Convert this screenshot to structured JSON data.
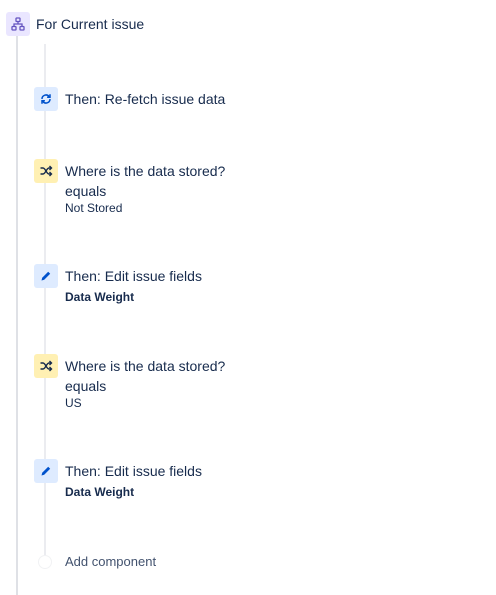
{
  "header": {
    "label": "For Current issue",
    "icon": "branch-icon"
  },
  "steps": [
    {
      "title": "Then: Re-fetch issue data",
      "icon": "refresh-icon"
    },
    {
      "title": "Where is the data stored?",
      "operator": "equals",
      "value": "Not Stored",
      "icon": "shuffle-icon"
    },
    {
      "title": "Then: Edit issue fields",
      "field": "Data Weight",
      "icon": "pencil-icon"
    },
    {
      "title": "Where is the data stored?",
      "operator": "equals",
      "value": "US",
      "icon": "shuffle-icon"
    },
    {
      "title": "Then: Edit issue fields",
      "field": "Data Weight",
      "icon": "pencil-icon"
    }
  ],
  "add_component": {
    "label": "Add component"
  },
  "colors": {
    "purple_bg": "#eae6ff",
    "purple_icon": "#6554c0",
    "blue_bg": "#deebff",
    "blue_icon": "#0052cc",
    "yellow_bg": "#fff0b3",
    "yellow_icon": "#172b4d"
  }
}
